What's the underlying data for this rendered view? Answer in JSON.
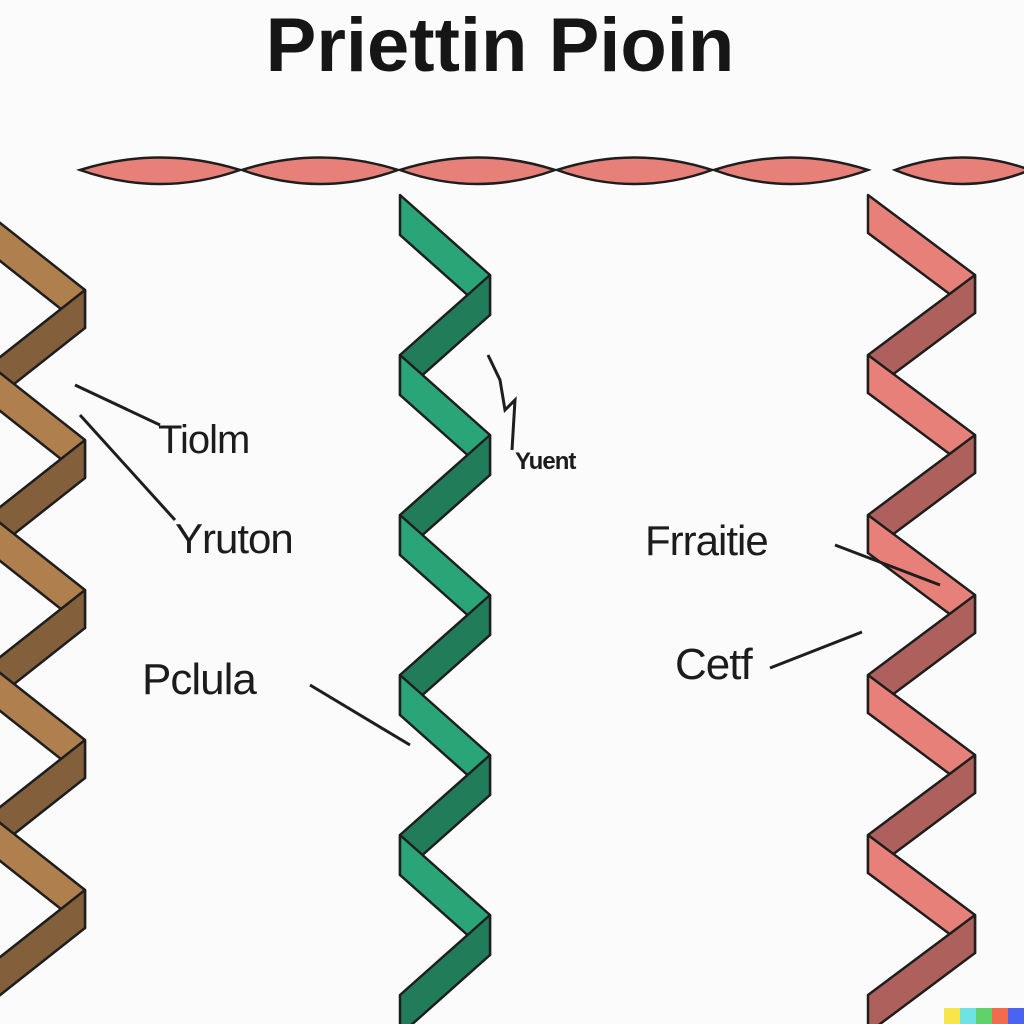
{
  "title": "Priettin Pioin",
  "labels": {
    "tiolm": "Tiolm",
    "yruton": "Yruton",
    "pclula": "Pclula",
    "yuent": "Yuent",
    "frraitie": "Frraitie",
    "cetf": "Cetf"
  },
  "colors": {
    "brown": "#b07f4e",
    "green": "#2aa577",
    "pink": "#e8807a",
    "outline": "#1e1e1e"
  }
}
